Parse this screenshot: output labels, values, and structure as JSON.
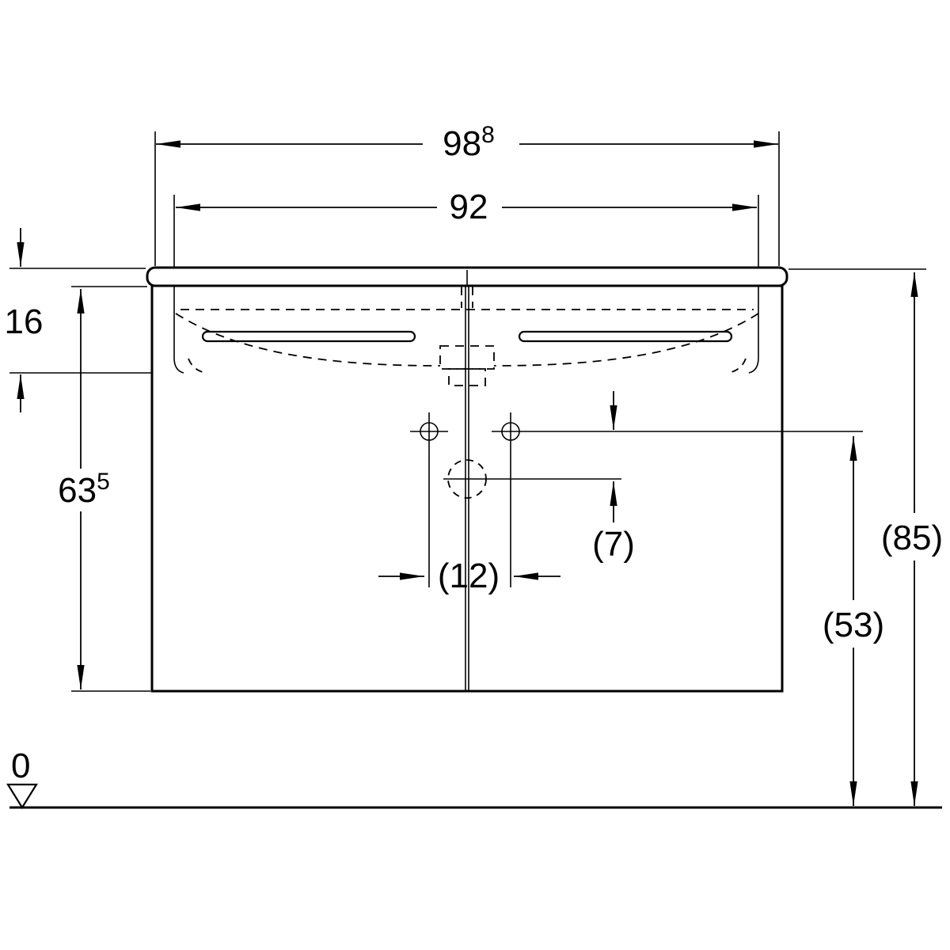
{
  "drawing": {
    "type": "washbasin-cabinet-front-elevation",
    "colors": {
      "line": "#000000",
      "background": "#ffffff"
    },
    "dims": {
      "overall_width": {
        "main": "98",
        "sup": "8"
      },
      "basin_width": {
        "main": "92"
      },
      "apron_height": {
        "main": "16"
      },
      "cabinet_height": {
        "main": "63",
        "sup": "5"
      },
      "overall_height": {
        "main": "(85)"
      },
      "trap_height": {
        "main": "(53)"
      },
      "hole_spacing": {
        "main": "(12)"
      },
      "hole_offset": {
        "main": "(7)"
      },
      "datum_level": {
        "main": "0"
      }
    }
  }
}
